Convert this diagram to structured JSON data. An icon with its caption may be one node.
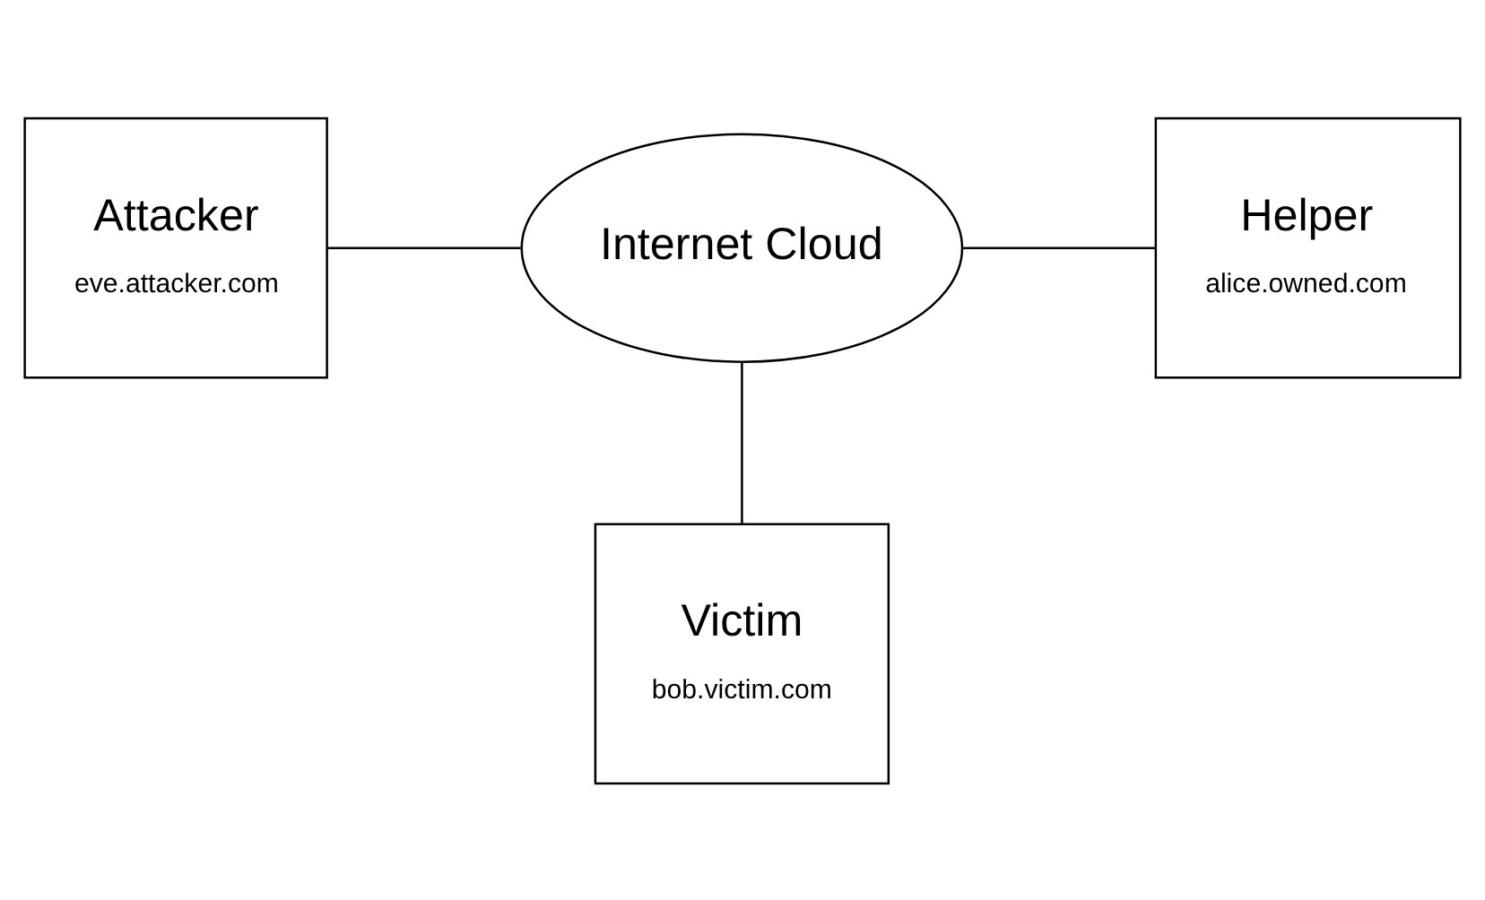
{
  "diagram": {
    "nodes": [
      {
        "text": [
          "Attacker",
          "eve.attacker.com"
        ]
      },
      {
        "text": [
          "Internet Cloud"
        ]
      },
      {
        "text": [
          "Helper",
          "alice.owned.com"
        ]
      },
      {
        "text": [
          "Victim",
          "bob.victim.com"
        ]
      }
    ],
    "edges": [
      {
        "from": 0,
        "to": 1,
        "arrow": "none"
      },
      {
        "from": 1,
        "to": 2,
        "arrow": "none"
      },
      {
        "from": 1,
        "to": 3,
        "arrow": "none"
      }
    ]
  }
}
